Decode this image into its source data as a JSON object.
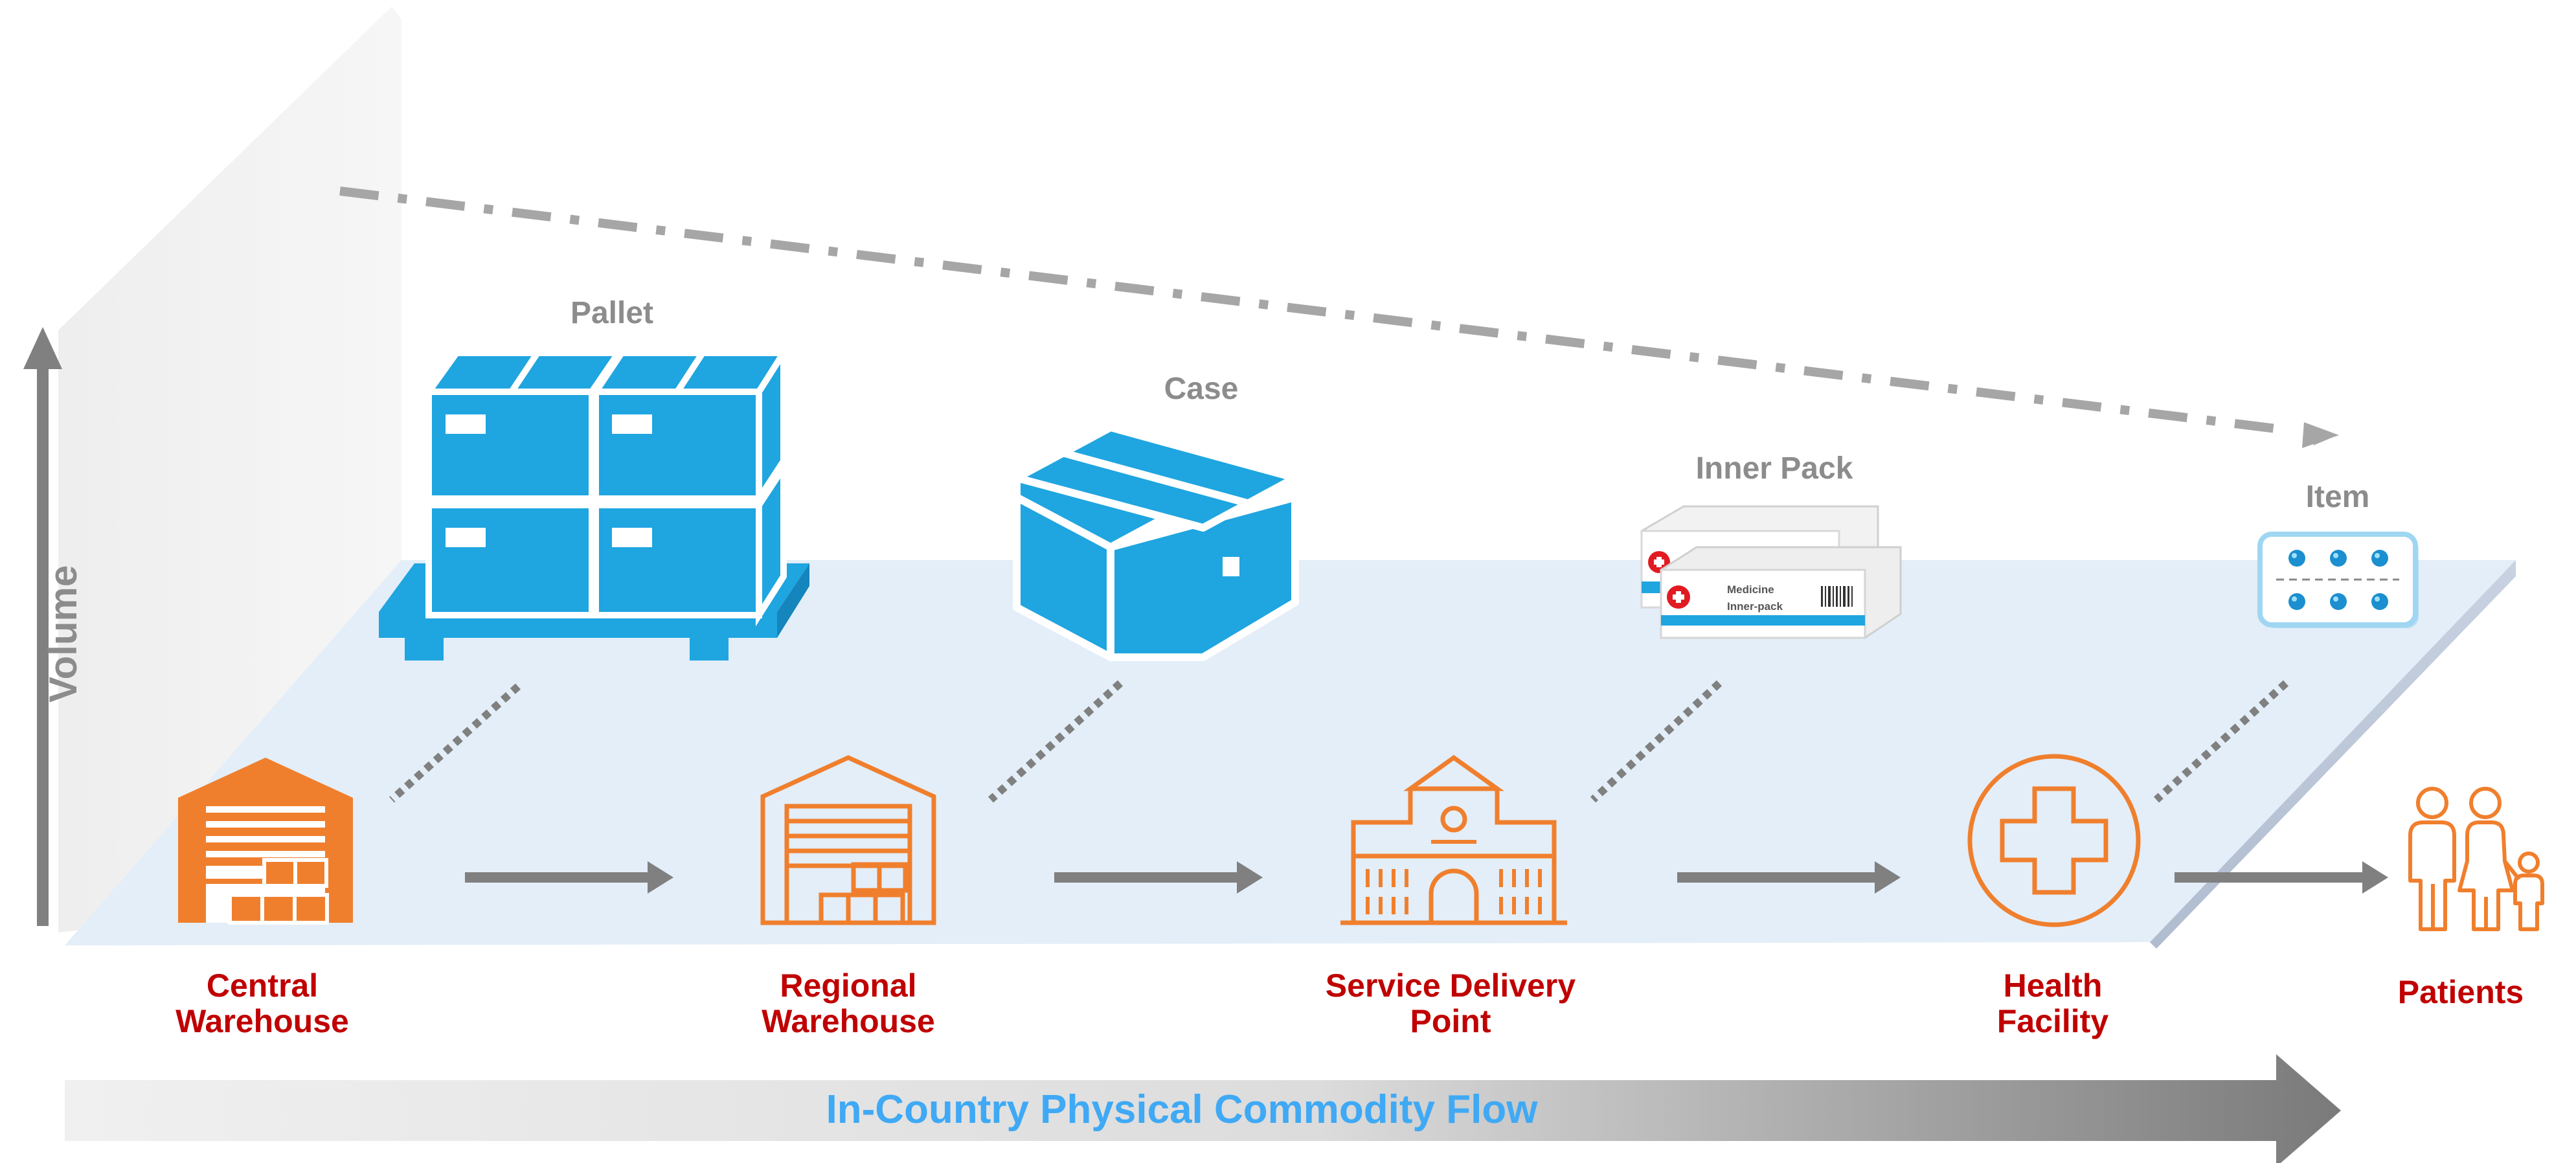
{
  "axis": {
    "label": "Volume"
  },
  "packaging": [
    {
      "id": "pallet",
      "label": "Pallet",
      "icon": "pallet-boxes-icon"
    },
    {
      "id": "case",
      "label": "Case",
      "icon": "case-box-icon"
    },
    {
      "id": "inner_pack",
      "label": "Inner Pack",
      "icon": "medicine-inner-pack-icon",
      "box_text_line1": "Medicine",
      "box_text_line2": "Inner-pack"
    },
    {
      "id": "item",
      "label": "Item",
      "icon": "blister-pack-icon"
    }
  ],
  "stages": [
    {
      "id": "central_warehouse",
      "line1": "Central",
      "line2": "Warehouse",
      "icon": "warehouse-filled-icon"
    },
    {
      "id": "regional_warehouse",
      "line1": "Regional",
      "line2": "Warehouse",
      "icon": "warehouse-outline-icon"
    },
    {
      "id": "service_delivery_point",
      "line1": "Service Delivery",
      "line2": "Point",
      "icon": "building-icon"
    },
    {
      "id": "health_facility",
      "line1": "Health",
      "line2": "Facility",
      "icon": "medical-cross-icon"
    },
    {
      "id": "patients",
      "line1": "Patients",
      "line2": "",
      "icon": "family-icon"
    }
  ],
  "flow": {
    "label": "In-Country Physical Commodity Flow"
  },
  "colors": {
    "blue": "#1fa5e0",
    "orange": "#f07f2d",
    "red_text": "#c00000",
    "gray_arrow": "#808080",
    "platform": "#e3eef8",
    "flow_text": "#3fa9f5"
  }
}
